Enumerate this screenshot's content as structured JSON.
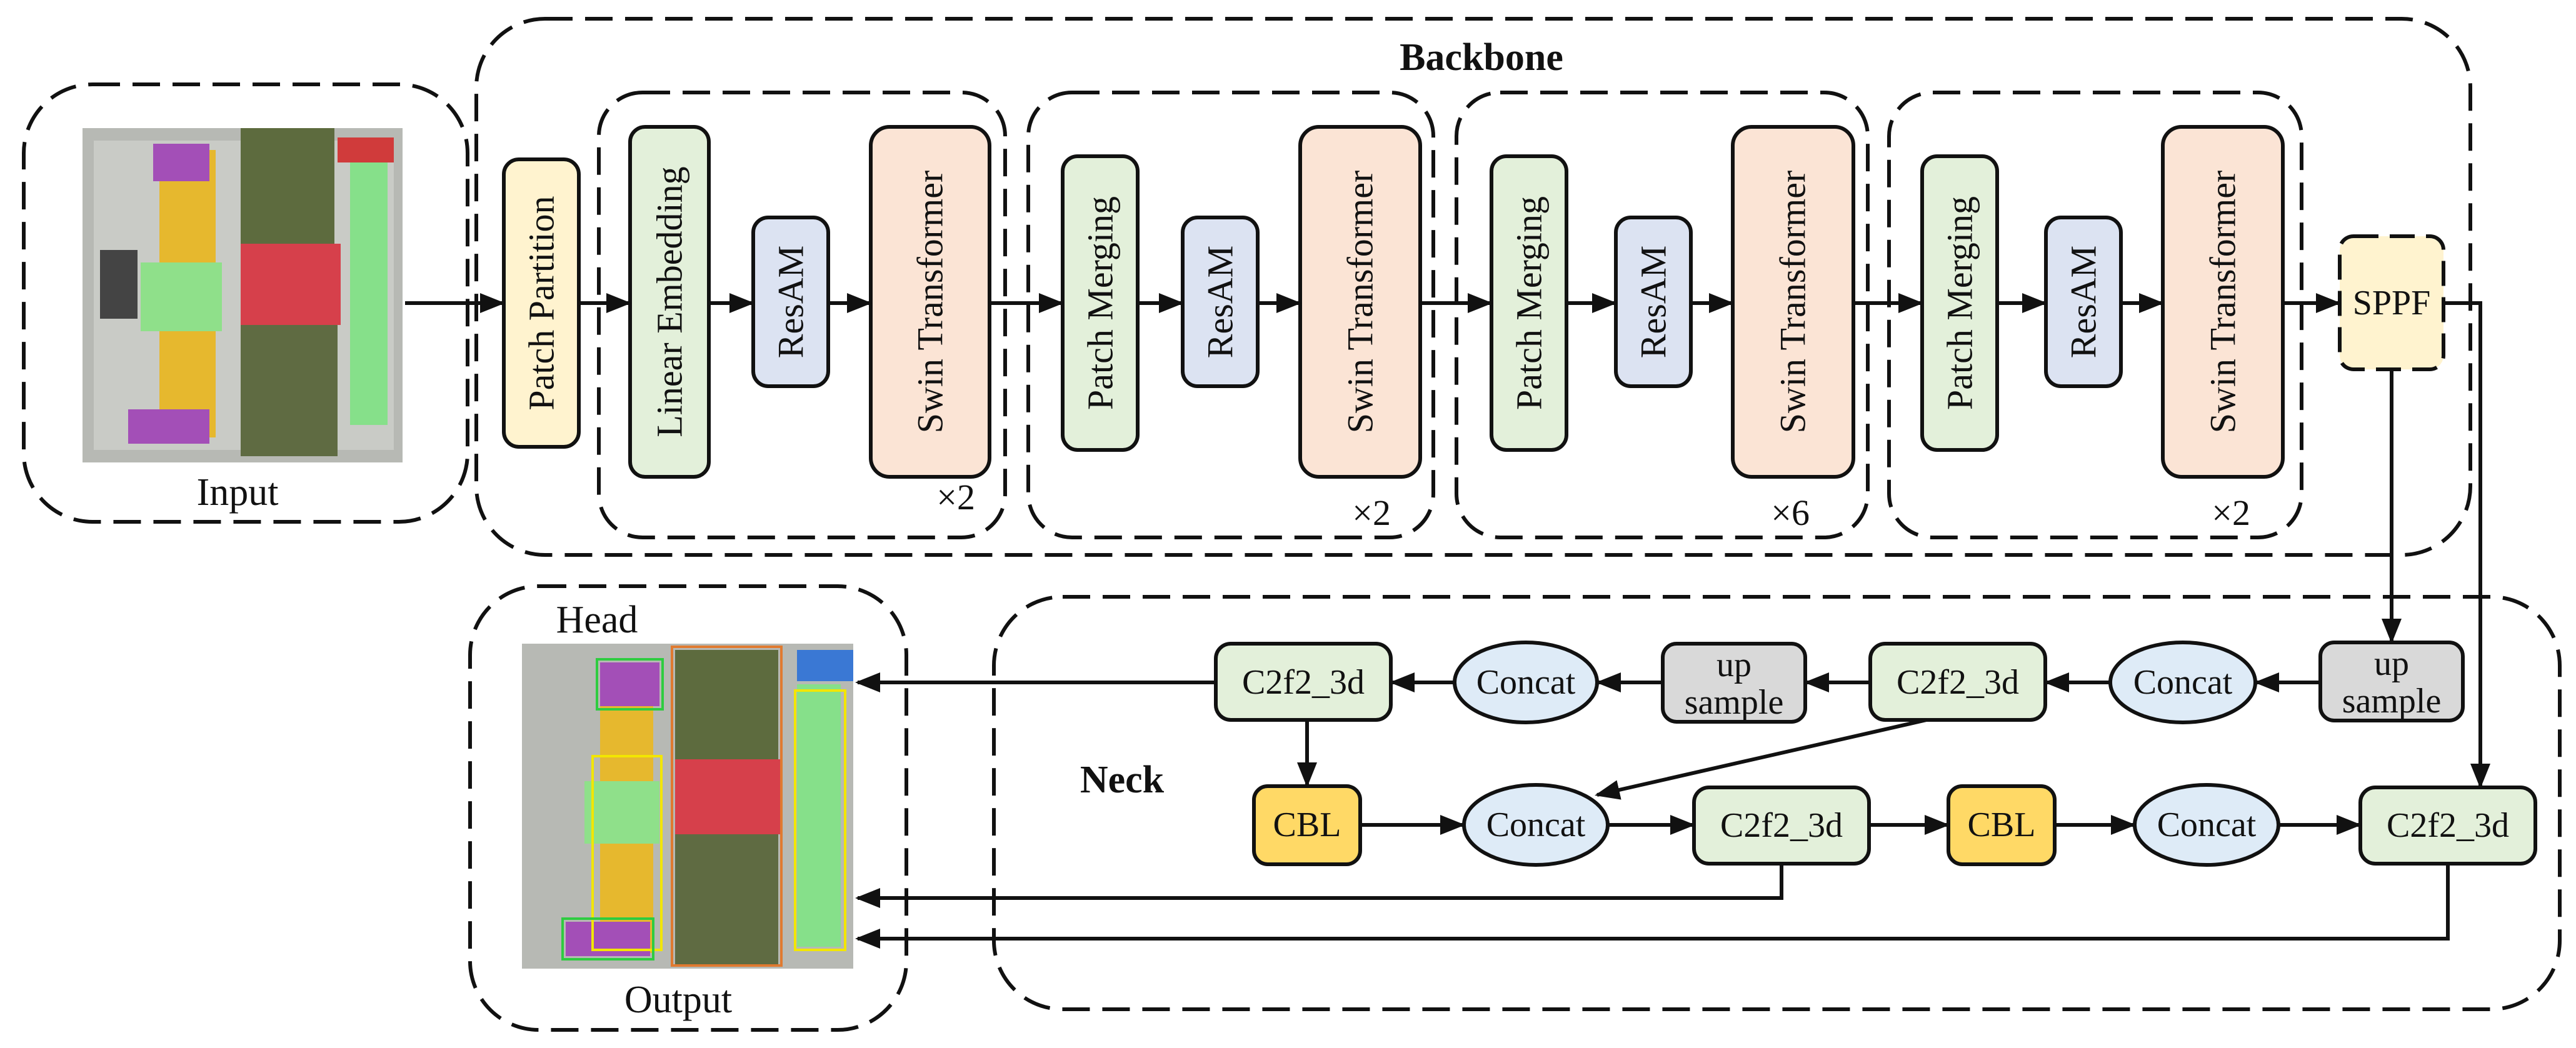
{
  "labels": {
    "backbone": "Backbone",
    "input": "Input",
    "head": "Head",
    "output": "Output",
    "neck": "Neck"
  },
  "backbone": {
    "patch_partition": "Patch Partition",
    "linear_embedding": "Linear Embedding",
    "resam": "ResAM",
    "swin_transformer": "Swin Transformer",
    "patch_merging": "Patch Merging",
    "sppf": "SPPF",
    "multipliers": [
      "×2",
      "×2",
      "×6",
      "×2"
    ]
  },
  "neck": {
    "c2f2_3d": "C2f2_3d",
    "concat": "Concat",
    "cbl": "CBL",
    "up": "up",
    "sample": "sample"
  },
  "colors": {
    "yellow_light": "#FFF3CF",
    "green_light": "#E3F0DA",
    "blue_light": "#DCE3F2",
    "peach": "#FBE4D5",
    "gray": "#D9D9D9",
    "cbl_yellow": "#FFD966",
    "concat_blue": "#DEEBF7"
  }
}
